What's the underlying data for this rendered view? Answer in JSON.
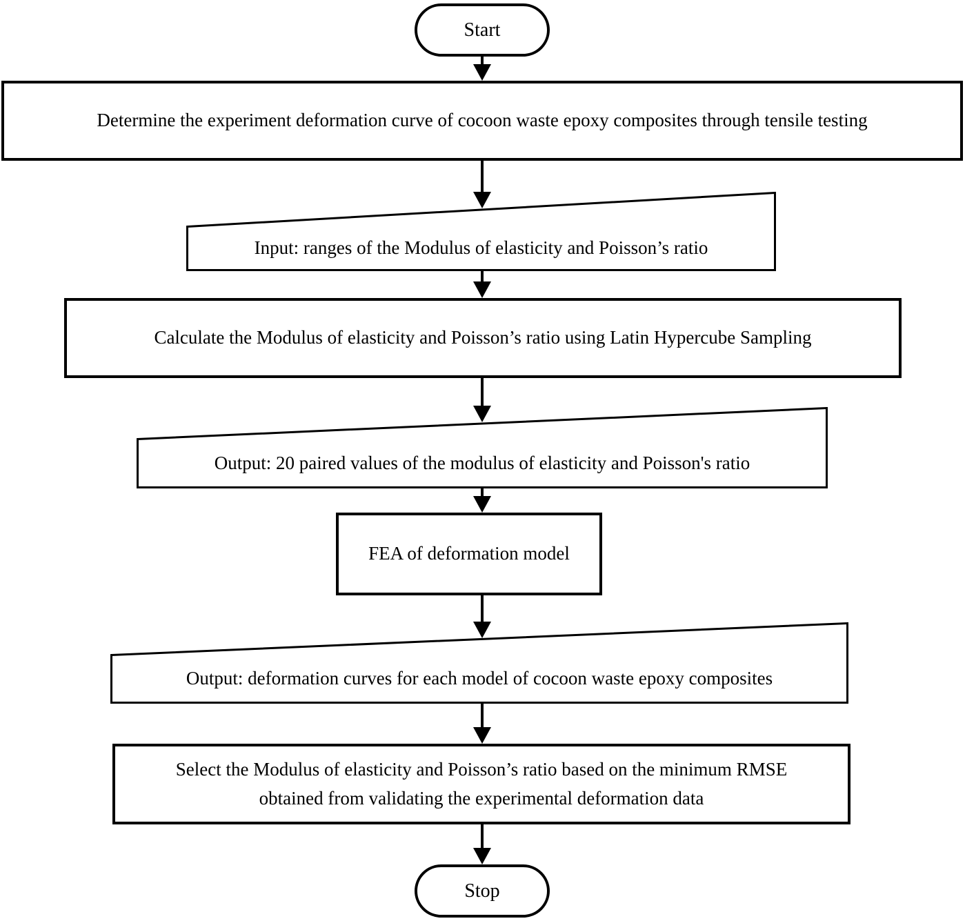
{
  "flowchart": {
    "description": "Flowchart of FEA inverse-identification procedure for cocoon waste epoxy composites",
    "colors": {
      "stroke": "#000000",
      "fill": "#ffffff",
      "text": "#000000"
    },
    "nodes": {
      "start": {
        "type": "terminal",
        "label": "Start"
      },
      "step1": {
        "type": "process",
        "label": "Determine the experiment deformation curve of cocoon waste epoxy composites through tensile testing"
      },
      "input1": {
        "type": "manual-input",
        "label": "Input: ranges of the Modulus of elasticity and Poisson’s ratio"
      },
      "step2": {
        "type": "process",
        "label": "Calculate the Modulus of elasticity and Poisson’s ratio using Latin Hypercube Sampling"
      },
      "output1": {
        "type": "manual-input",
        "label": "Output: 20 paired values of the modulus of elasticity and Poisson's ratio"
      },
      "step3": {
        "type": "process",
        "label": "FEA of deformation model"
      },
      "output2": {
        "type": "manual-input",
        "label": "Output: deformation curves for each model of cocoon waste epoxy composites"
      },
      "step4": {
        "type": "process",
        "label": "Select the Modulus of elasticity and Poisson’s ratio based on the minimum RMSE obtained from validating the experimental deformation data"
      },
      "stop": {
        "type": "terminal",
        "label": "Stop"
      }
    },
    "edges": [
      {
        "from": "start",
        "to": "step1"
      },
      {
        "from": "step1",
        "to": "input1"
      },
      {
        "from": "input1",
        "to": "step2"
      },
      {
        "from": "step2",
        "to": "output1"
      },
      {
        "from": "output1",
        "to": "step3"
      },
      {
        "from": "step3",
        "to": "output2"
      },
      {
        "from": "output2",
        "to": "step4"
      },
      {
        "from": "step4",
        "to": "stop"
      }
    ]
  }
}
